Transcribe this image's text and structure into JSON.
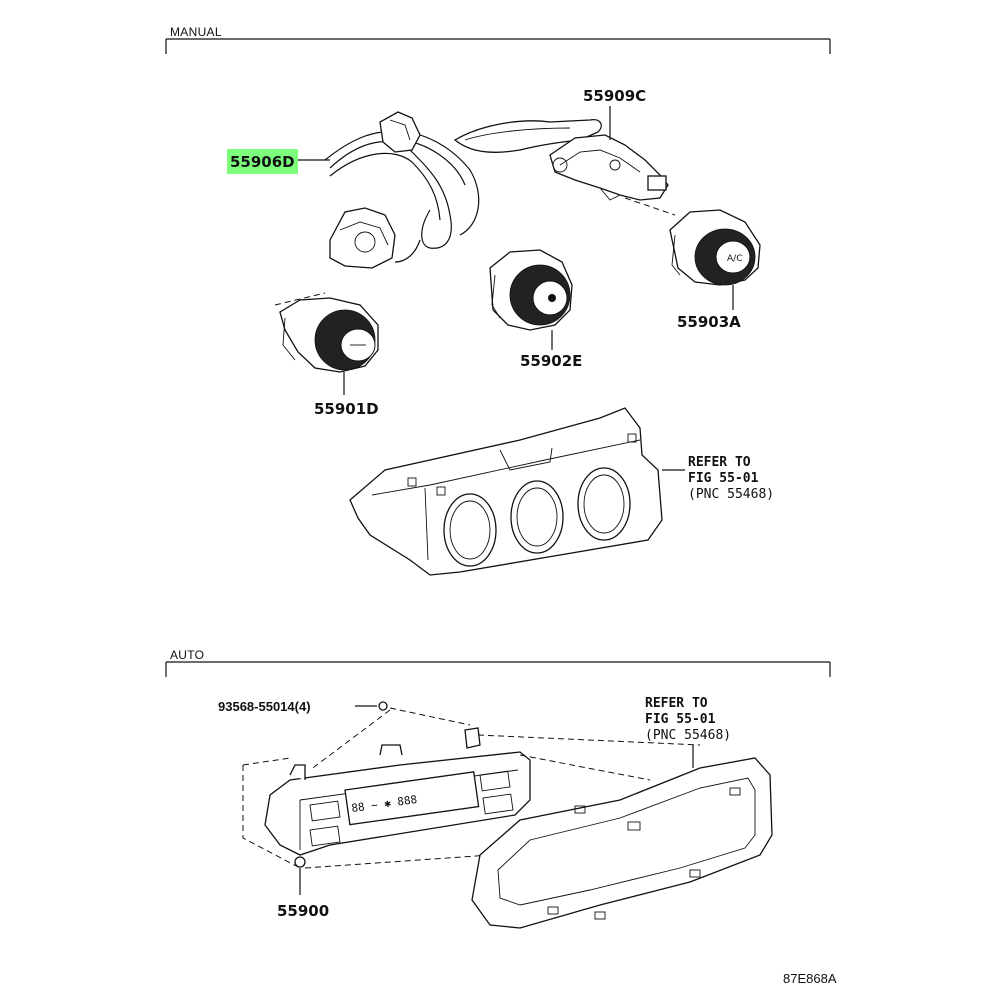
{
  "sections": {
    "manual": "MANUAL",
    "auto": "AUTO"
  },
  "parts": {
    "p55906d": "55906D",
    "p55909c": "55909C",
    "p55903a": "55903A",
    "p55902e": "55902E",
    "p55901d": "55901D",
    "p93568": "93568-55014(4)",
    "p55900": "55900"
  },
  "refer_manual": {
    "line1": "REFER TO",
    "line2": "FIG 55-01",
    "line3": "(PNC 55468)"
  },
  "refer_auto": {
    "line1": "REFER TO",
    "line2": "FIG 55-01",
    "line3": "(PNC 55468)"
  },
  "illustration_code": "87E868A",
  "highlight_color": "#7dff7d"
}
